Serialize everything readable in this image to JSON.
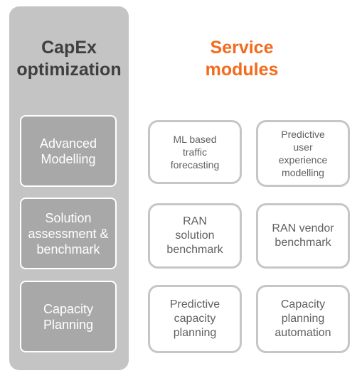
{
  "left": {
    "title": "CapEx optimization",
    "items": [
      {
        "label": "Advanced Modelling"
      },
      {
        "label": "Solution assessment & benchmark"
      },
      {
        "label": "Capacity Planning"
      }
    ]
  },
  "services": {
    "title": "Service modules",
    "modules": [
      {
        "label": "ML based traffic forecasting"
      },
      {
        "label": "Predictive user experience modelling"
      },
      {
        "label": "RAN solution benchmark"
      },
      {
        "label": "RAN vendor benchmark"
      },
      {
        "label": "Predictive capacity planning"
      },
      {
        "label": "Capacity planning automation"
      }
    ]
  },
  "colors": {
    "accent": "#f26b1d",
    "panel": "#c4c4c4",
    "box": "#a8a8a8",
    "module_border": "#c6c6c6"
  }
}
